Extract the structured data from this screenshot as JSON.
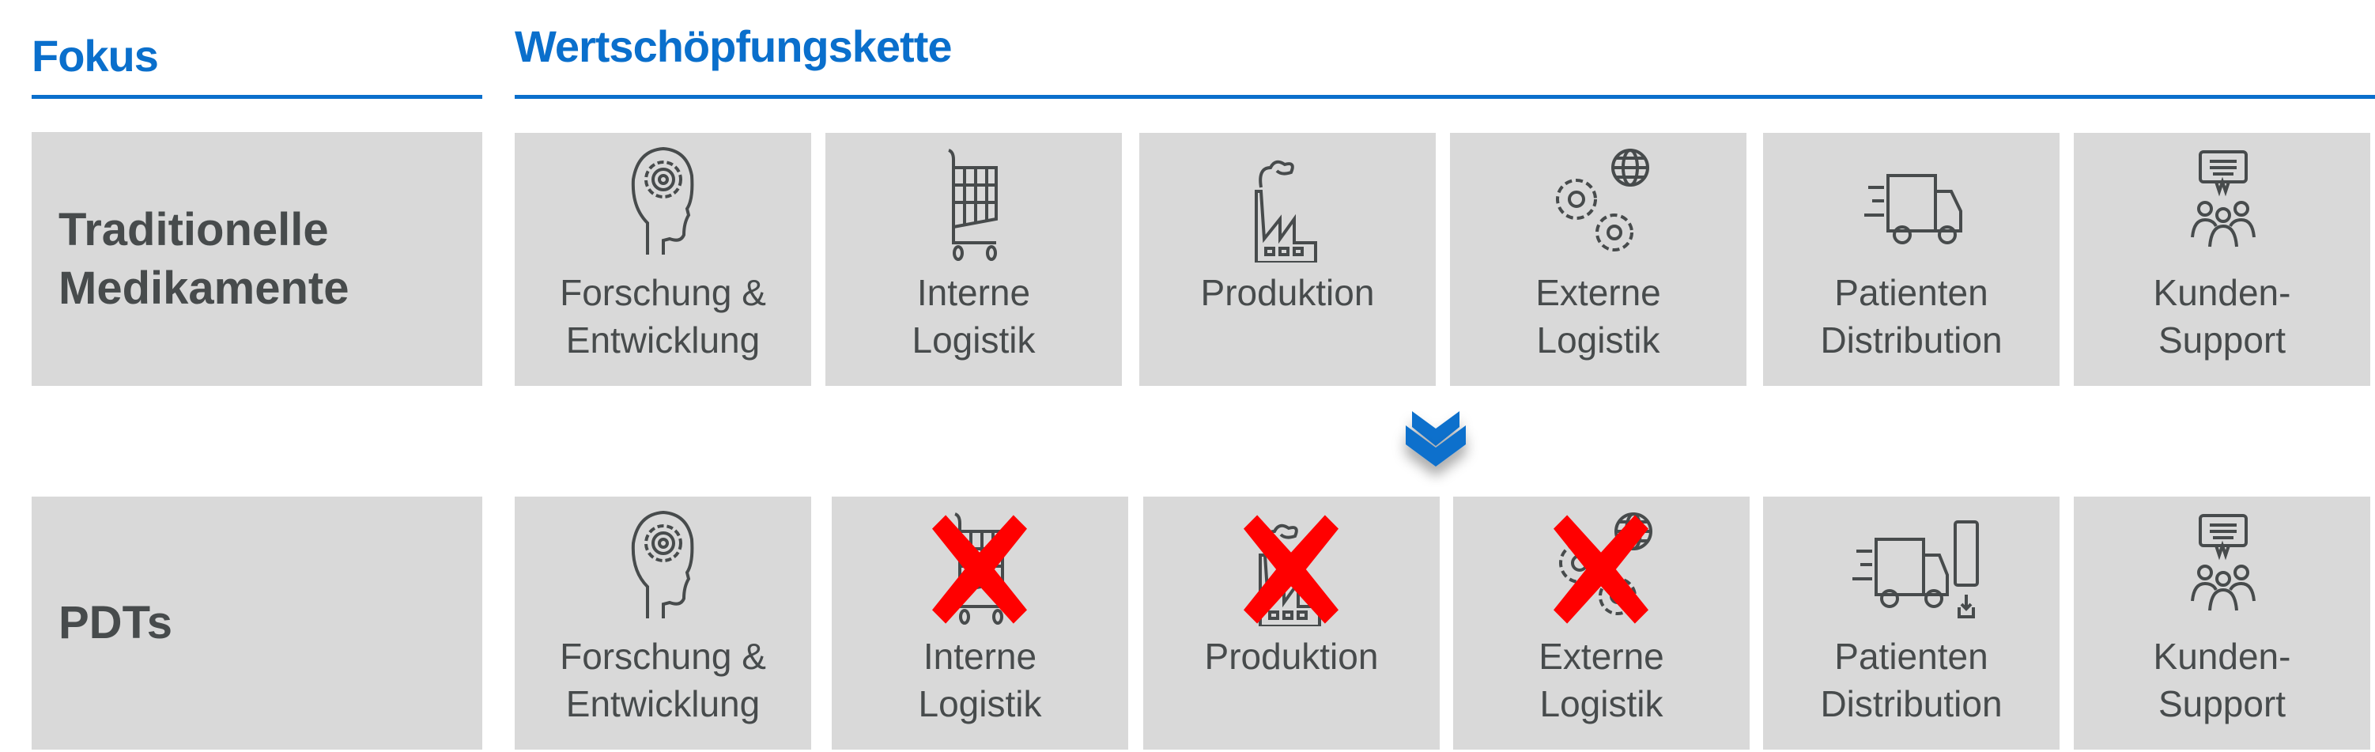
{
  "headers": {
    "focus": "Fokus",
    "chain": "Wertschöpfungskette"
  },
  "colors": {
    "accent": "#0A6FCC",
    "tile": "#D9D9D9",
    "text": "#474B4C",
    "cross": "#FF0000"
  },
  "rows": [
    {
      "label": "Traditionelle\nMedikamente",
      "tiles": [
        {
          "icon": "brain-gear-icon",
          "label": "Forschung &\nEntwicklung",
          "crossed": false
        },
        {
          "icon": "shopping-cart-icon",
          "label": "Interne\nLogistik",
          "crossed": false
        },
        {
          "icon": "factory-icon",
          "label": "Produktion",
          "crossed": false
        },
        {
          "icon": "gears-globe-icon",
          "label": "Externe\nLogistik",
          "crossed": false
        },
        {
          "icon": "delivery-truck-icon",
          "label": "Patienten\nDistribution",
          "crossed": false
        },
        {
          "icon": "customer-support-icon",
          "label": "Kunden-\nSupport",
          "crossed": false
        }
      ]
    },
    {
      "label": "PDTs",
      "tiles": [
        {
          "icon": "brain-gear-icon",
          "label": "Forschung &\nEntwicklung",
          "crossed": false
        },
        {
          "icon": "shopping-cart-icon",
          "label": "Interne\nLogistik",
          "crossed": true
        },
        {
          "icon": "factory-icon",
          "label": "Produktion",
          "crossed": true
        },
        {
          "icon": "gears-globe-icon",
          "label": "Externe\nLogistik",
          "crossed": true
        },
        {
          "icon": "truck-phone-download-icon",
          "label": "Patienten\nDistribution",
          "crossed": false
        },
        {
          "icon": "customer-support-icon",
          "label": "Kunden-\nSupport",
          "crossed": false
        }
      ]
    }
  ]
}
